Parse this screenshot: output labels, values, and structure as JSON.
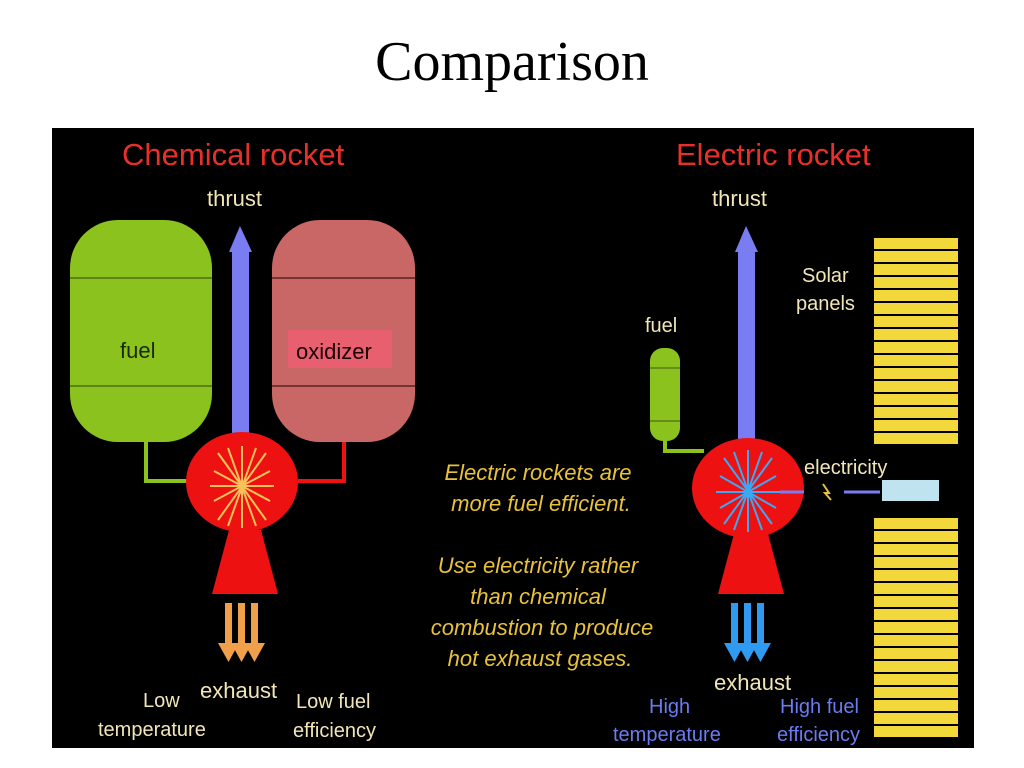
{
  "slide": {
    "title": "Comparison"
  },
  "colors": {
    "background": "#000000",
    "heading": "#e8302a",
    "text": "#f2e6b8",
    "italic_text": "#e8c23a",
    "blue_text": "#6a7cf0",
    "fuel_tank": "#8cc21e",
    "oxidizer_tank": "#c96666",
    "oxidizer_label_bg": "#e86070",
    "combustion": "#ee1111",
    "thrust_arrow": "#7a7cf2",
    "chemical_exhaust": "#f0a04a",
    "electric_exhaust": "#2f9af0",
    "solar_panel": "#f2d83a",
    "electric_box": "#bfe4ef",
    "electric_line": "#7a7cf2"
  },
  "chemical": {
    "heading": "Chemical rocket",
    "thrust": "thrust",
    "fuel": "fuel",
    "oxidizer": "oxidizer",
    "exhaust": "exhaust",
    "temp_line1": "Low",
    "temp_line2": "temperature",
    "eff_line1": "Low fuel",
    "eff_line2": "efficiency"
  },
  "electric": {
    "heading": "Electric rocket",
    "thrust": "thrust",
    "fuel": "fuel",
    "solar_line1": "Solar",
    "solar_line2": "panels",
    "electricity": "electricity",
    "exhaust": "exhaust",
    "temp_line1": "High",
    "temp_line2": "temperature",
    "eff_line1": "High fuel",
    "eff_line2": "efficiency"
  },
  "center_text": {
    "line1": "Electric rockets are",
    "line2": "more fuel efficient.",
    "line3": "Use electricity rather",
    "line4": "than chemical",
    "line5": "combustion to produce",
    "line6": "hot exhaust gases."
  },
  "icons": {
    "thrust_arrow": "up-arrow-icon",
    "exhaust_arrows": "down-arrow-icon",
    "combustion_burst": "starburst-icon",
    "spark": "lightning-icon"
  }
}
